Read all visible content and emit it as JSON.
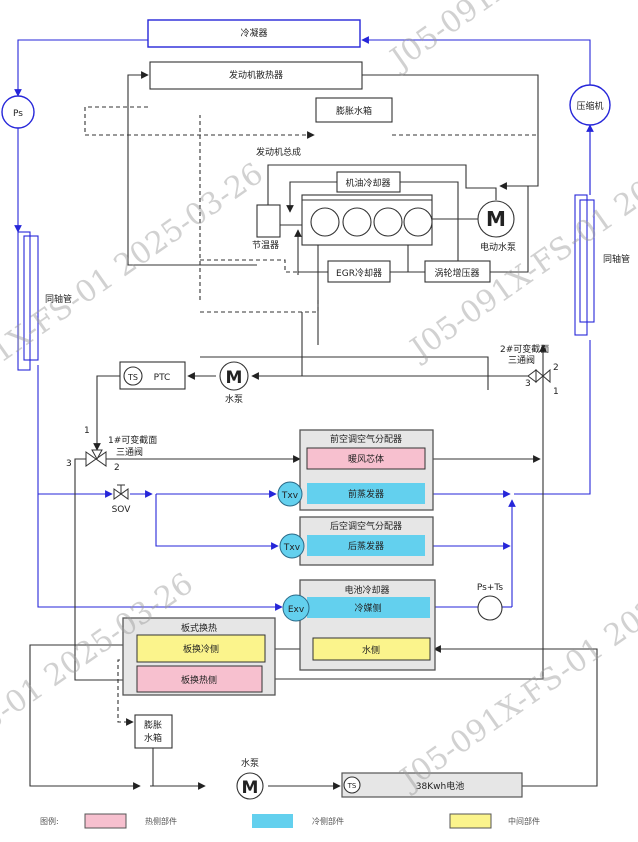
{
  "refrigerant": {
    "condenser": "冷凝器",
    "compressor": "压缩机",
    "ps": "Ps",
    "coaxial_left": "同轴管",
    "coaxial_right": "同轴管",
    "sov": "SOV",
    "txv_front": "Txv",
    "txv_rear": "Txv",
    "exv": "Exv",
    "ps_ts": "Ps+Ts"
  },
  "engine": {
    "radiator": "发动机散热器",
    "expansion_tank": "膨胀水箱",
    "assembly": "发动机总成",
    "oil_cooler": "机油冷却器",
    "thermostat": "节温器",
    "electric_pump_symbol": "M",
    "electric_pump": "电动水泵",
    "egr_cooler": "EGR冷却器",
    "turbo": "涡轮增压器"
  },
  "hvac": {
    "ptc_ts": "TS",
    "ptc": "PTC",
    "pump_symbol": "M",
    "pump": "水泵",
    "valve2_title": "2#可变截面",
    "valve2_sub": "三通阀",
    "valve2_ports": [
      "1",
      "2",
      "3"
    ],
    "valve1_title": "1#可变截面",
    "valve1_sub": "三通阀",
    "valve1_ports": [
      "1",
      "2",
      "3"
    ],
    "front_distributor": "前空调空气分配器",
    "heater_core": "暖风芯体",
    "front_evaporator": "前蒸发器",
    "rear_distributor": "后空调空气分配器",
    "rear_evaporator": "后蒸发器"
  },
  "battery": {
    "chiller": "电池冷却器",
    "refrigerant_side": "冷媒侧",
    "water_side": "水侧",
    "plate_hx": "板式换热",
    "plate_cold": "板换冷侧",
    "plate_hot": "板换热侧",
    "expansion_tank_l1": "膨胀",
    "expansion_tank_l2": "水箱",
    "pump_symbol": "M",
    "pump": "水泵",
    "battery_ts": "TS",
    "battery": "38Kwh电池"
  },
  "legend": {
    "title": "图例:",
    "items": [
      {
        "label": "热侧部件",
        "color": "#f7c0cf"
      },
      {
        "label": "冷侧部件",
        "color": "#63d0ee"
      },
      {
        "label": "中间部件",
        "color": "#fbf48c"
      }
    ]
  },
  "colors": {
    "refrigerant_line": "#2626d9",
    "coolant_line": "#333333",
    "hot": "#f7c0cf",
    "cold": "#63d0ee",
    "middle": "#fbf48c",
    "distributor": "#e6e6e6"
  },
  "watermark": "J05-091X-FS-01 2025-03-26"
}
